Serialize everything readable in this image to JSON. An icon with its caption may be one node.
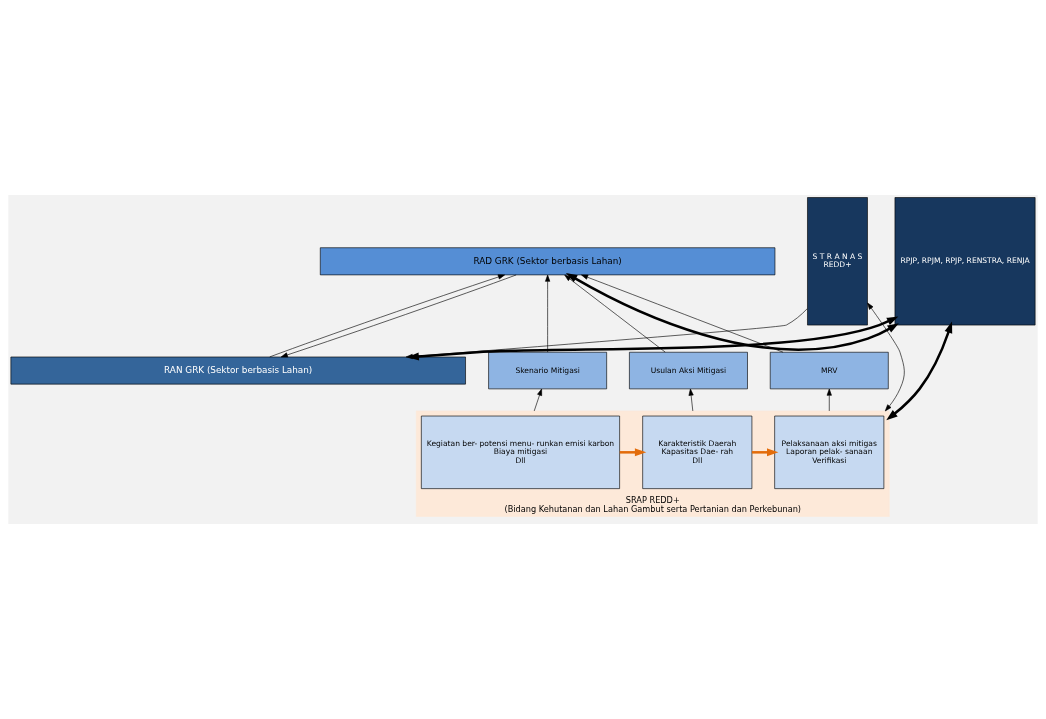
{
  "diagram": {
    "nodes": [
      {
        "text": [
          "RAN GRK (Sektor berbasis Lahan)"
        ]
      },
      {
        "text": [
          "RAD GRK (Sektor berbasis Lahan)"
        ]
      },
      {
        "text": [
          "Skenario Mitigasi"
        ]
      },
      {
        "text": [
          "Usulan Aksi Mitigasi"
        ]
      },
      {
        "text": [
          "MRV"
        ]
      },
      {
        "text": [
          "SRAP REDD+",
          "(Bidang Kehutanan dan Lahan Gambut serta Pertanian dan Perkebunan)"
        ]
      },
      {
        "text": [
          "Kegiatan ber- potensi menu- runkan emisi karbon",
          "Biaya mitigasi",
          "Dll"
        ],
        "in": 5
      },
      {
        "text": [
          "Karakteristik Daerah",
          "Kapasitas Dae- rah",
          "Dll"
        ],
        "in": 5
      },
      {
        "text": [
          "Pelaksanaan aksi mitigas",
          "Laporan pelak- sanaan",
          "Verifikasi"
        ],
        "in": 5
      },
      {
        "text": [
          "S T R A N A S",
          "REDD+"
        ]
      },
      {
        "text": [
          "RPJP, RPJM, RPJP, RENSTRA, RENJA"
        ]
      }
    ],
    "edges": [
      {
        "from": 0,
        "to": 1,
        "arrow": "to"
      },
      {
        "from": 1,
        "to": 0,
        "arrow": "to"
      },
      {
        "from": 2,
        "to": 1,
        "arrow": "to"
      },
      {
        "from": 3,
        "to": 1,
        "arrow": "to"
      },
      {
        "from": 4,
        "to": 1,
        "arrow": "to"
      },
      {
        "from": 5,
        "to": 2,
        "arrow": "to"
      },
      {
        "from": 5,
        "to": 3,
        "arrow": "to"
      },
      {
        "from": 5,
        "to": 4,
        "arrow": "to"
      },
      {
        "from": 6,
        "to": 7,
        "arrow": "to",
        "style": "thick",
        "color": "#e36c0a"
      },
      {
        "from": 7,
        "to": 8,
        "arrow": "to",
        "style": "thick",
        "color": "#e36c0a"
      },
      {
        "from": 9,
        "to": 0,
        "arrow": "to"
      },
      {
        "from": 5,
        "to": 9,
        "arrow": "both"
      },
      {
        "from": 10,
        "to": 0,
        "arrow": "both",
        "style": "thick"
      },
      {
        "from": 10,
        "to": 1,
        "arrow": "both",
        "style": "thick"
      },
      {
        "from": 5,
        "to": 10,
        "arrow": "both",
        "style": "thick"
      }
    ]
  }
}
